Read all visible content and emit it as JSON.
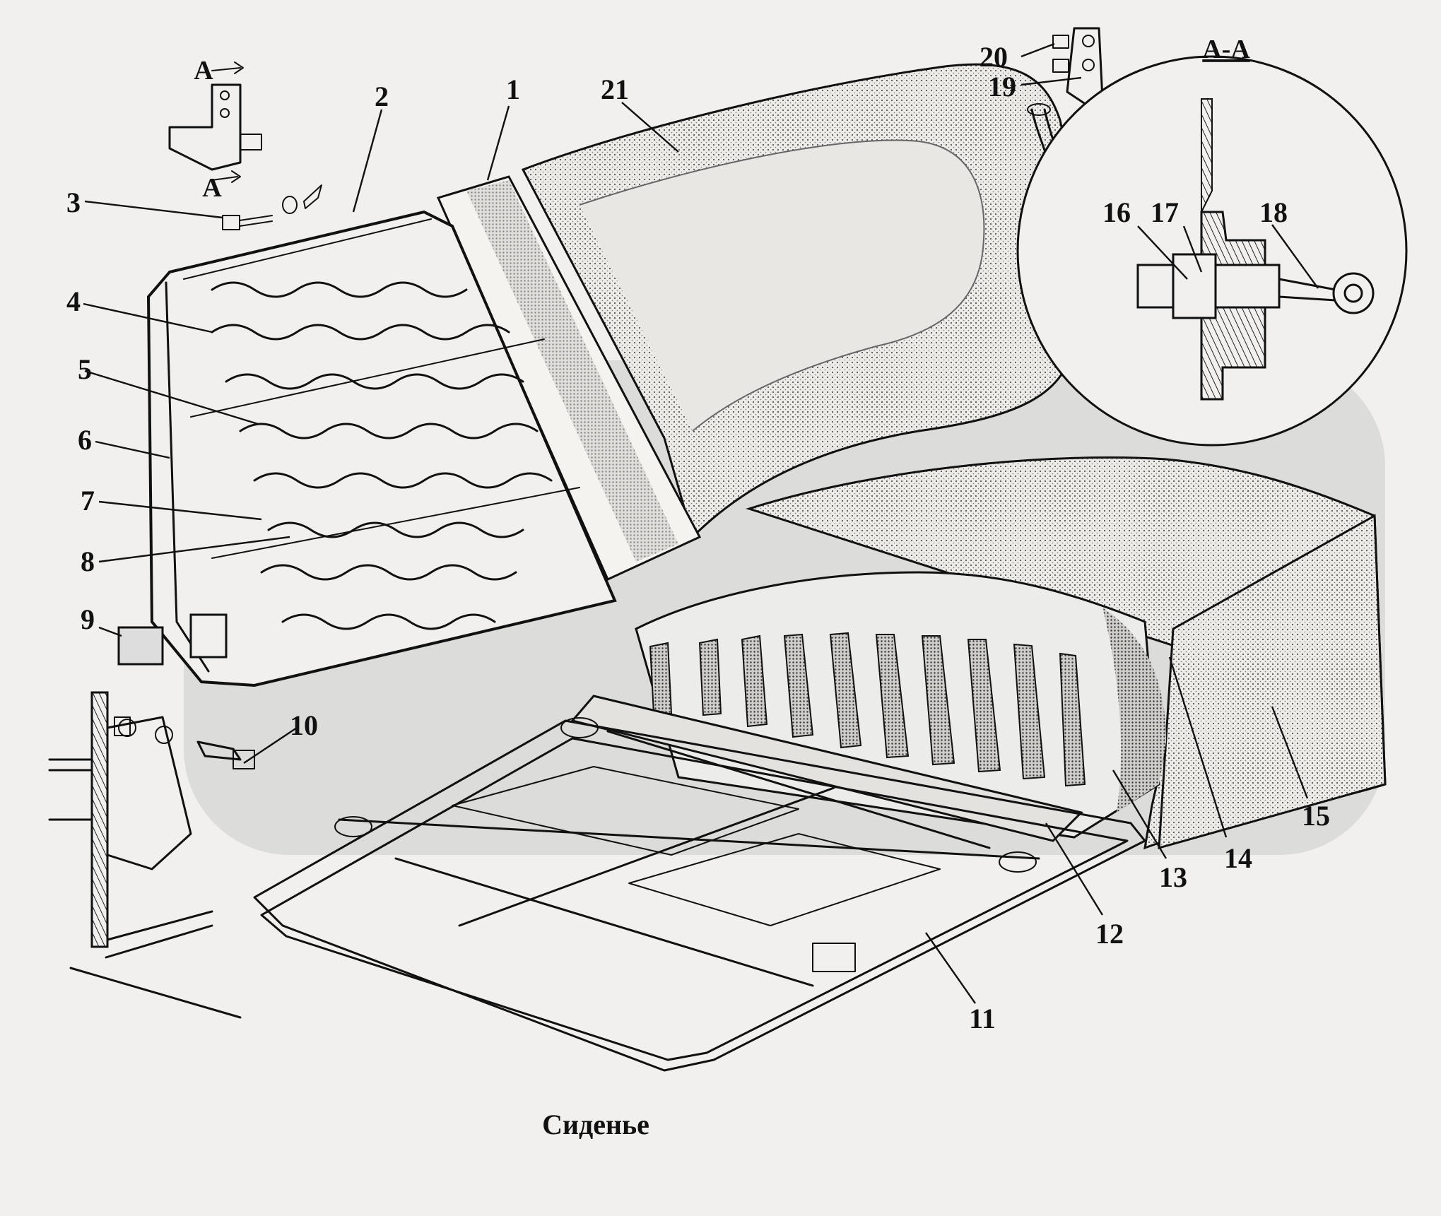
{
  "figure": {
    "caption": "Сиденье",
    "section_title": "А-А",
    "section_marks": [
      "А",
      "А"
    ]
  },
  "callouts": [
    {
      "id": "1",
      "text": "1"
    },
    {
      "id": "2",
      "text": "2"
    },
    {
      "id": "3",
      "text": "3"
    },
    {
      "id": "4",
      "text": "4"
    },
    {
      "id": "5",
      "text": "5"
    },
    {
      "id": "6",
      "text": "6"
    },
    {
      "id": "7",
      "text": "7"
    },
    {
      "id": "8",
      "text": "8"
    },
    {
      "id": "9",
      "text": "9"
    },
    {
      "id": "10",
      "text": "10"
    },
    {
      "id": "11",
      "text": "11"
    },
    {
      "id": "12",
      "text": "12"
    },
    {
      "id": "13",
      "text": "13"
    },
    {
      "id": "14",
      "text": "14"
    },
    {
      "id": "15",
      "text": "15"
    },
    {
      "id": "16",
      "text": "16"
    },
    {
      "id": "17",
      "text": "17"
    },
    {
      "id": "18",
      "text": "18"
    },
    {
      "id": "19",
      "text": "19"
    },
    {
      "id": "20",
      "text": "20"
    },
    {
      "id": "21",
      "text": "21"
    }
  ],
  "colors": {
    "background": "#f1f0ee",
    "ink": "#111111",
    "watermark": "#d9d9d7",
    "fabric": "#e6e5e2"
  }
}
